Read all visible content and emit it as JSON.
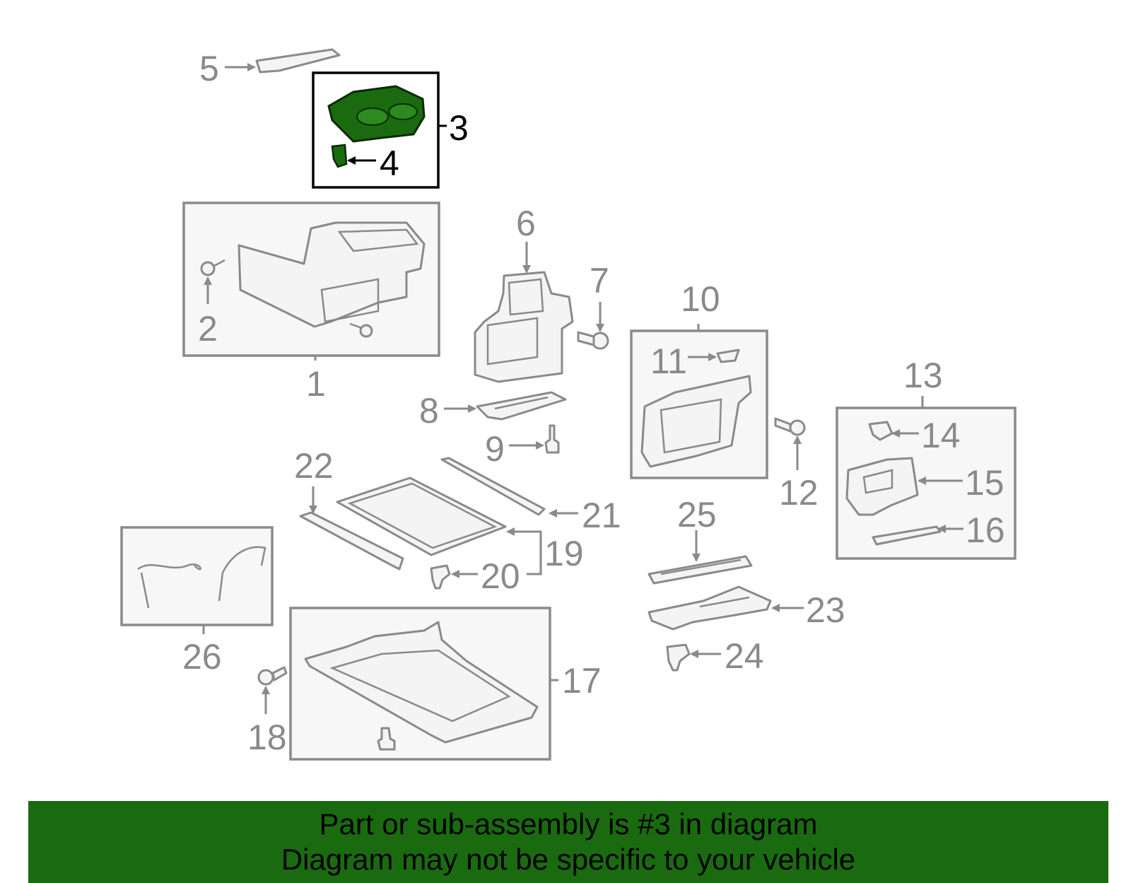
{
  "colors": {
    "highlight_part": "#1a6b10",
    "banner_bg": "#1a6b10",
    "part_stroke": "#8a8a8a",
    "label_gray": "#8a8a8a",
    "highlight_label": "#000000"
  },
  "callouts": {
    "c1": "1",
    "c2": "2",
    "c3": "3",
    "c4": "4",
    "c5": "5",
    "c6": "6",
    "c7": "7",
    "c8": "8",
    "c9": "9",
    "c10": "10",
    "c11": "11",
    "c12": "12",
    "c13": "13",
    "c14": "14",
    "c15": "15",
    "c16": "16",
    "c17": "17",
    "c18": "18",
    "c19": "19",
    "c20": "20",
    "c21": "21",
    "c22": "22",
    "c23": "23",
    "c24": "24",
    "c25": "25",
    "c26": "26"
  },
  "banner": {
    "line1": "Part or sub-assembly is #3 in diagram",
    "line2": "Diagram may not be specific to your vehicle"
  }
}
